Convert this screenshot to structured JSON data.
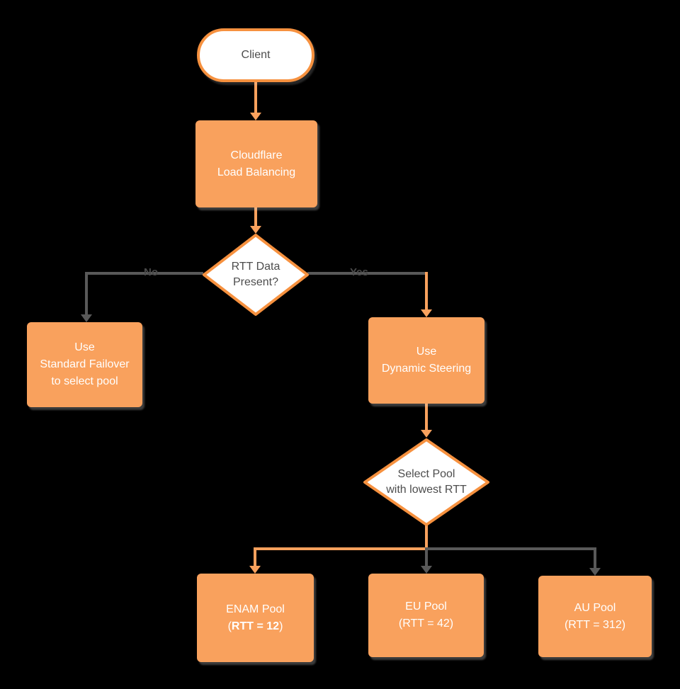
{
  "title": "Cloudflare Load Balancing flowchart",
  "colors": {
    "background": "#000000",
    "node_fill": "#F9A15D",
    "node_border": "#F6913F",
    "node_text": "#FFFFFF",
    "decision_fill": "#FFFFFF",
    "decision_text": "#4D4D4D",
    "line_orange": "#F9A15D",
    "line_gray": "#595959"
  },
  "nodes": {
    "client": {
      "label": "Client"
    },
    "load_balancing": {
      "line1": "Cloudflare",
      "line2": "Load Balancing"
    },
    "rtt_decision": {
      "line1": "RTT Data",
      "line2": "Present?"
    },
    "standard_failover": {
      "line1": "Use",
      "line2": "Standard Failover",
      "line3": "to select pool"
    },
    "dynamic_steering": {
      "line1": "Use",
      "line2": "Dynamic Steering"
    },
    "select_pool_decision": {
      "line1": "Select Pool",
      "line2": "with lowest RTT"
    },
    "enam_pool": {
      "line1": "ENAM Pool",
      "line2_open": "(",
      "line2_bold": "RTT = 12",
      "line2_close": ")"
    },
    "eu_pool": {
      "line1": "EU Pool",
      "line2": "(RTT = 42)"
    },
    "au_pool": {
      "line1": "AU Pool",
      "line2": "(RTT = 312)"
    }
  },
  "edge_labels": {
    "no": "No",
    "yes": "Yes"
  }
}
